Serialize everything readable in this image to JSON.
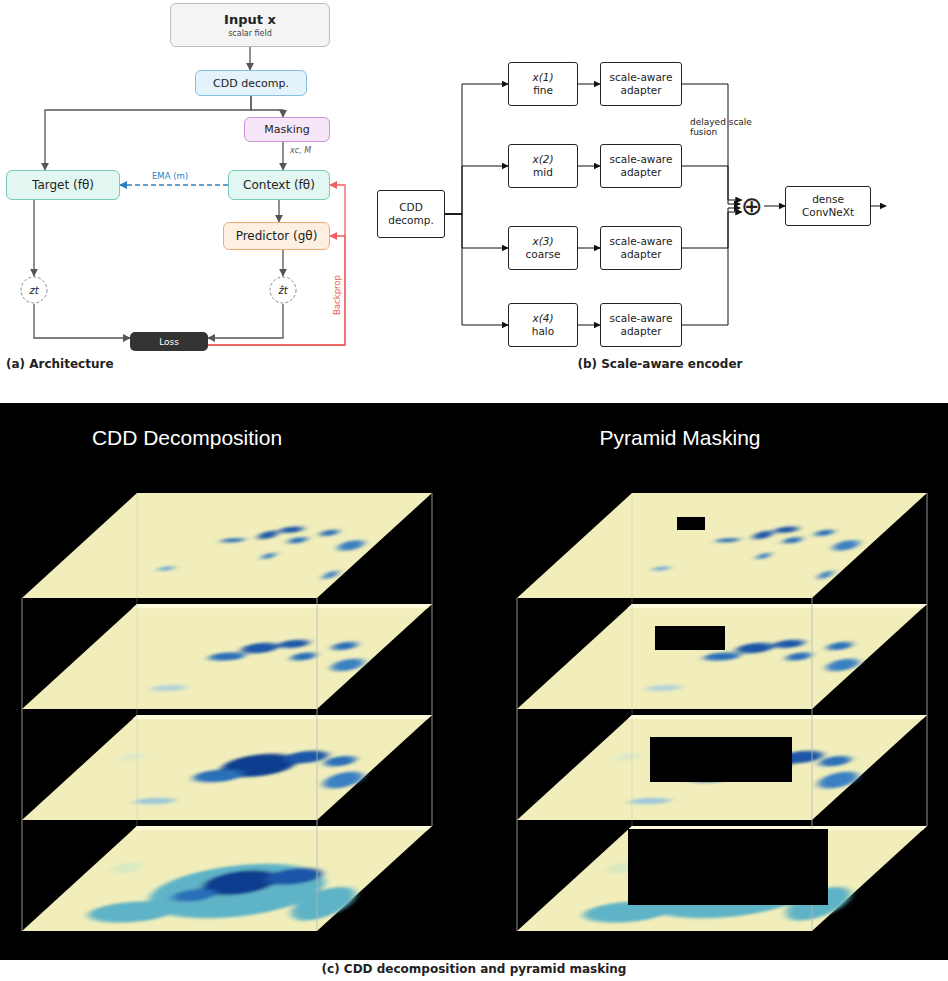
{
  "diagram": {
    "nodes": [
      {
        "text": [
          "Input x",
          "scalar field"
        ]
      },
      {
        "text": [
          "CDD decomp."
        ]
      },
      {
        "text": [
          "Masking"
        ]
      },
      {
        "text": [
          "Target (fθ)"
        ]
      },
      {
        "text": [
          "Context (fθ)"
        ]
      },
      {
        "text": [
          "Predictor (gθ)"
        ]
      },
      {
        "text": [
          "zt"
        ]
      },
      {
        "text": [
          "ẑt"
        ]
      },
      {
        "text": [
          "Loss"
        ]
      },
      {
        "text": [
          "CDD decomp."
        ]
      },
      {
        "text": [
          "x(1)",
          "fine"
        ]
      },
      {
        "text": [
          "x(2)",
          "mid"
        ]
      },
      {
        "text": [
          "x(3)",
          "coarse"
        ]
      },
      {
        "text": [
          "x(4)",
          "halo"
        ]
      },
      {
        "text": [
          "scale-aware adapter"
        ]
      },
      {
        "text": [
          "scale-aware adapter"
        ]
      },
      {
        "text": [
          "scale-aware adapter"
        ]
      },
      {
        "text": [
          "scale-aware adapter"
        ]
      },
      {
        "text": [
          "⊕"
        ]
      },
      {
        "text": [
          "dense ConvNeXt"
        ]
      }
    ],
    "edges": [
      {
        "from": 0,
        "to": 1,
        "arrow": "to"
      },
      {
        "from": 1,
        "to": 3,
        "arrow": "to"
      },
      {
        "from": 1,
        "to": 2,
        "arrow": "to"
      },
      {
        "from": 2,
        "to": 4,
        "label": "xc, M",
        "arrow": "to"
      },
      {
        "from": 4,
        "to": 3,
        "label": "EMA (m)",
        "arrow": "to"
      },
      {
        "from": 4,
        "to": 5,
        "arrow": "to"
      },
      {
        "from": 3,
        "to": 6,
        "arrow": "to"
      },
      {
        "from": 5,
        "to": 7,
        "arrow": "to"
      },
      {
        "from": 6,
        "to": 8,
        "arrow": "to"
      },
      {
        "from": 7,
        "to": 8,
        "arrow": "to"
      },
      {
        "from": 8,
        "to": 4,
        "label": "Backprop",
        "arrow": "to"
      },
      {
        "from": 8,
        "to": 5,
        "arrow": "to"
      },
      {
        "from": 9,
        "to": 10,
        "arrow": "to"
      },
      {
        "from": 9,
        "to": 11,
        "arrow": "to"
      },
      {
        "from": 9,
        "to": 12,
        "arrow": "to"
      },
      {
        "from": 9,
        "to": 13,
        "arrow": "to"
      },
      {
        "from": 10,
        "to": 14,
        "arrow": "to"
      },
      {
        "from": 11,
        "to": 15,
        "arrow": "to"
      },
      {
        "from": 12,
        "to": 16,
        "arrow": "to"
      },
      {
        "from": 13,
        "to": 17,
        "arrow": "to"
      },
      {
        "from": 14,
        "to": 18,
        "arrow": "to"
      },
      {
        "from": 15,
        "to": 18,
        "arrow": "to"
      },
      {
        "from": 16,
        "to": 18,
        "arrow": "to"
      },
      {
        "from": 17,
        "to": 18,
        "arrow": "to"
      },
      {
        "from": 18,
        "to": 19,
        "arrow": "to"
      }
    ],
    "labels": [
      "delayed scale fusion",
      "(a) Architecture",
      "(b) Scale-aware encoder",
      "CDD Decomposition",
      "Pyramid Masking",
      "(c) CDD decomposition and pyramid masking"
    ]
  }
}
